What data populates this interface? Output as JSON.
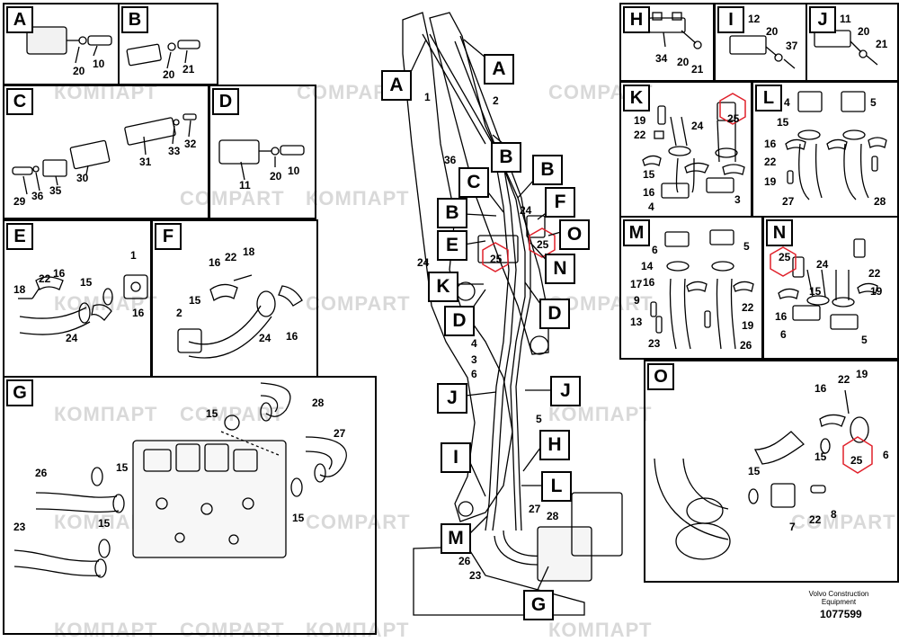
{
  "watermark": "КОМПАРТ",
  "watermark_alt": "COMPART",
  "panels": {
    "A": {
      "label": "A",
      "parts": [
        "20",
        "10"
      ]
    },
    "B": {
      "label": "B",
      "parts": [
        "20",
        "21"
      ]
    },
    "C": {
      "label": "C",
      "parts": [
        "29",
        "36",
        "35",
        "30",
        "31",
        "33",
        "32"
      ]
    },
    "D": {
      "label": "D",
      "parts": [
        "11",
        "20",
        "10"
      ]
    },
    "E": {
      "label": "E",
      "parts": [
        "18",
        "22",
        "16",
        "15",
        "1",
        "16",
        "24"
      ]
    },
    "F": {
      "label": "F",
      "parts": [
        "16",
        "22",
        "18",
        "15",
        "2",
        "24",
        "16"
      ]
    },
    "G": {
      "label": "G",
      "parts": [
        "28",
        "15",
        "27",
        "26",
        "15",
        "15",
        "23",
        "15"
      ]
    },
    "H": {
      "label": "H",
      "parts": [
        "34",
        "20",
        "21"
      ]
    },
    "I": {
      "label": "I",
      "parts": [
        "12",
        "20",
        "37"
      ]
    },
    "J": {
      "label": "J",
      "parts": [
        "11",
        "20",
        "21"
      ]
    },
    "K": {
      "label": "K",
      "parts": [
        "19",
        "22",
        "24",
        "25",
        "15",
        "16",
        "4",
        "3"
      ]
    },
    "L": {
      "label": "L",
      "parts": [
        "4",
        "5",
        "15",
        "16",
        "22",
        "19",
        "27",
        "28"
      ]
    },
    "M": {
      "label": "M",
      "parts": [
        "6",
        "5",
        "14",
        "16",
        "17",
        "9",
        "13",
        "23",
        "22",
        "19",
        "26"
      ]
    },
    "N": {
      "label": "N",
      "parts": [
        "25",
        "24",
        "22",
        "19",
        "15",
        "16",
        "6",
        "5"
      ]
    },
    "O": {
      "label": "O",
      "parts": [
        "16",
        "22",
        "19",
        "15",
        "25",
        "6",
        "7",
        "22",
        "8",
        "15"
      ]
    }
  },
  "main": {
    "callouts": [
      "A",
      "A",
      "B",
      "B",
      "C",
      "B",
      "F",
      "E",
      "O",
      "N",
      "K",
      "D",
      "D",
      "J",
      "J",
      "H",
      "I",
      "L",
      "M",
      "G"
    ],
    "parts": [
      "1",
      "2",
      "36",
      "24",
      "25",
      "25",
      "24",
      "4",
      "3",
      "6",
      "5",
      "27",
      "28",
      "26",
      "23"
    ]
  },
  "footer": {
    "brand_line1": "Volvo Construction",
    "brand_line2": "Equipment",
    "doc_id": "1077599"
  },
  "colors": {
    "line": "#000000",
    "watermark": "#d9d9d9",
    "highlight": "#e0202a"
  }
}
